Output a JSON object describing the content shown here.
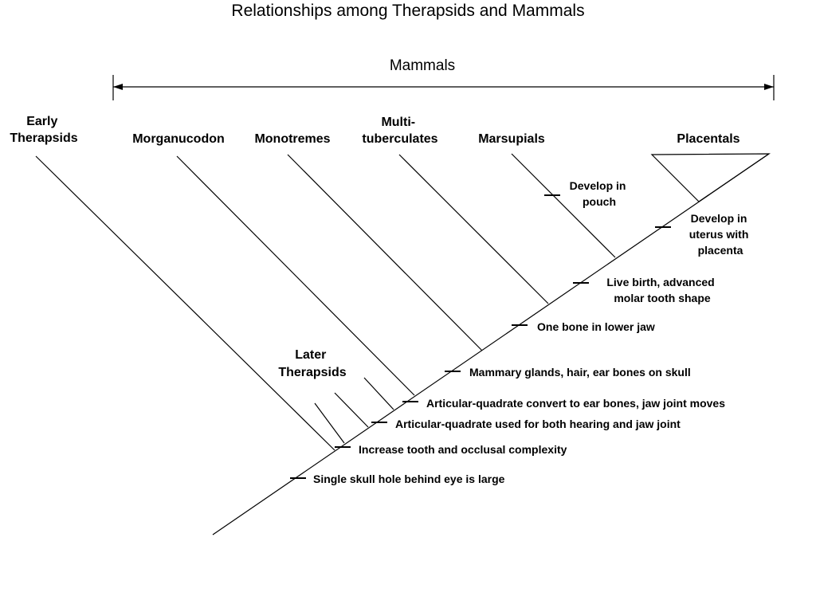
{
  "title": "Relationships among Therapsids and Mammals",
  "group_label": "Mammals",
  "taxa": {
    "early_therapsids": [
      "Early",
      "Therapsids"
    ],
    "morganucodon": "Morganucodon",
    "monotremes": "Monotremes",
    "multituberculates": [
      "Multi-",
      "tuberculates"
    ],
    "marsupials": "Marsupials",
    "placentals": "Placentals",
    "later_therapsids": [
      "Later",
      "Therapsids"
    ]
  },
  "traits": {
    "develop_in_pouch": [
      "Develop in",
      "pouch"
    ],
    "develop_in_uterus": [
      "Develop in",
      "uterus with",
      "placenta"
    ],
    "live_birth": [
      "Live birth, advanced",
      "molar tooth shape"
    ],
    "one_bone": "One bone in lower jaw",
    "mammary": "Mammary glands, hair, ear bones on skull",
    "articular_convert": "Articular-quadrate convert to ear bones, jaw joint moves",
    "articular_both": "Articular-quadrate used for both hearing and jaw joint",
    "tooth_complexity": "Increase tooth and occlusal complexity",
    "skull_hole": "Single skull hole behind eye is large"
  }
}
